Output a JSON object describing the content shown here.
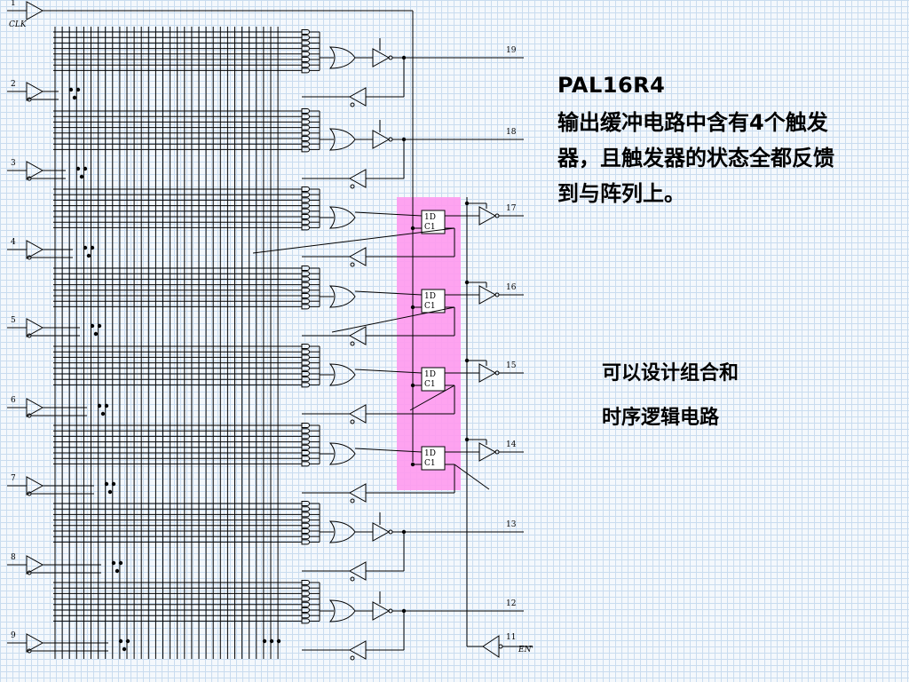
{
  "diagram": {
    "input_labels": [
      "1",
      "2",
      "3",
      "4",
      "5",
      "6",
      "7",
      "8",
      "9"
    ],
    "clk_label": "CLK",
    "output_labels": [
      "19",
      "18",
      "17",
      "16",
      "15",
      "14",
      "13",
      "12"
    ],
    "en_pin_label": "11",
    "en_label": "EN'",
    "ff_d_label": "1D",
    "ff_c_label": "C1",
    "highlight_color": "#ff99ee"
  },
  "side": {
    "title": "PAL16R4",
    "description": "输出缓冲电路中含有4个触发器，且触发器的状态全都反馈到与阵列上。",
    "note_line1": "可以设计组合和",
    "note_line2": "时序逻辑电路"
  }
}
